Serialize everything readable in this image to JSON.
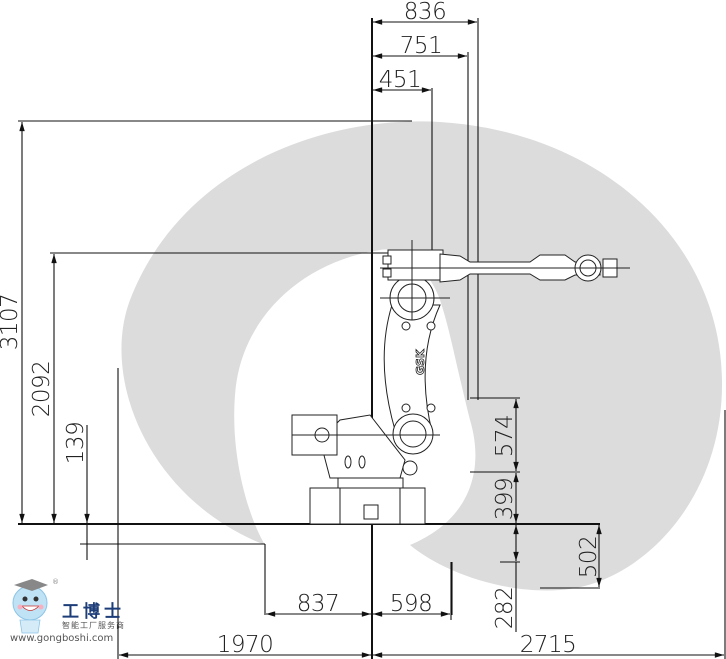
{
  "drawing": {
    "type": "robot work envelope dimension drawing",
    "envelope_color": "#dcdcdc",
    "line_color": "#111111",
    "arm_text": "GSK"
  },
  "dimensions": {
    "top": {
      "d836": "836",
      "d751": "751",
      "d451": "451"
    },
    "left": {
      "d3107": "3107",
      "d2092": "2092",
      "d139": "139"
    },
    "right": {
      "d574": "574",
      "d399": "399",
      "d502": "502",
      "d282": "282"
    },
    "bottom": {
      "d837": "837",
      "d598": "598",
      "d1970": "1970",
      "d2715": "2715"
    }
  },
  "watermark": {
    "registered": "®",
    "brand_cn": "工博士",
    "slogan_cn": "智能工厂服务商",
    "url": "www.gongboshi.com"
  }
}
